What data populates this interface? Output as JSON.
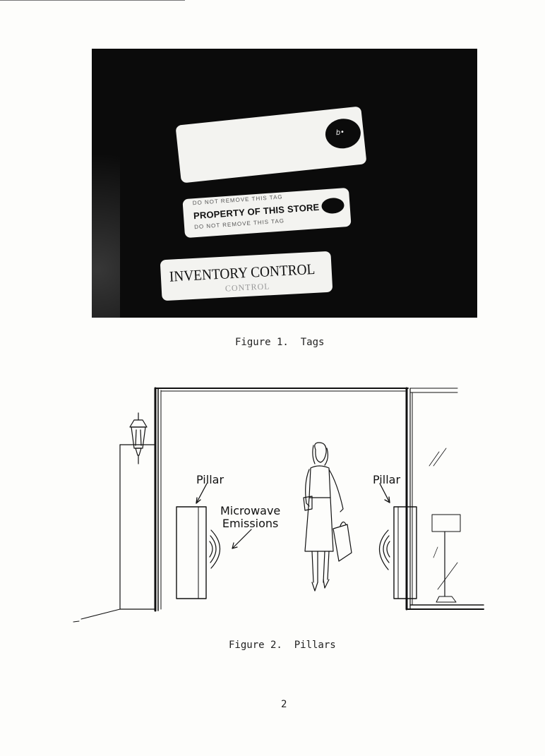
{
  "figure1": {
    "caption": "Figure 1.  Tags",
    "tags": {
      "tag2_line1": "DO NOT REMOVE THIS TAG",
      "tag2_line2": "PROPERTY OF THIS STORE",
      "tag2_line3": "DO NOT REMOVE THIS TAG",
      "tag3_main": "INVENTORY CONTROL",
      "tag3_ghost": "CONTROL"
    }
  },
  "figure2": {
    "caption": "Figure 2.  Pillars",
    "labels": {
      "pillar_left": "Pillar",
      "pillar_right": "Pillar",
      "microwave_line1": "Microwave",
      "microwave_line2": "Emissions"
    }
  },
  "page_number": "2"
}
